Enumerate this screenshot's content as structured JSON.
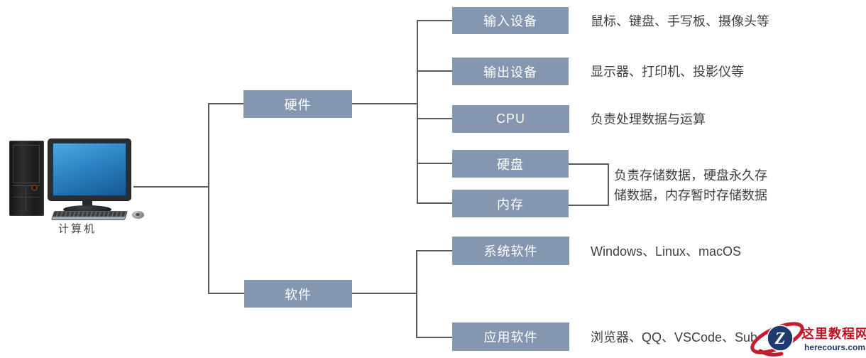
{
  "computer": {
    "label": "计算机"
  },
  "nodes": {
    "hardware": "硬件",
    "software": "软件",
    "input": "输入设备",
    "output": "输出设备",
    "cpu": "CPU",
    "disk": "硬盘",
    "memory": "内存",
    "system": "系统软件",
    "app": "应用软件"
  },
  "descriptions": {
    "input": "鼠标、键盘、手写板、摄像头等",
    "output": "显示器、打印机、投影仪等",
    "cpu": "负责处理数据与运算",
    "storage_line1": "负责存储数据，硬盘永久存",
    "storage_line2": "储数据，内存暂时存储数据",
    "system": "Windows、Linux、macOS",
    "app": "浏览器、QQ、VSCode、Sub"
  },
  "watermark": {
    "logo_letter": "Z",
    "site_name": "这里教程网",
    "site_url": "herecours.com"
  },
  "colors": {
    "node_fill": "#8496B0",
    "node_text": "#FFFFFF",
    "connector_line": "#595959",
    "description_text": "#3F3F3F",
    "screen_blue_top": "#4FA8DF",
    "screen_blue_bottom": "#155891",
    "logo_red": "#C01422",
    "logo_navy": "#1E3A6E"
  }
}
